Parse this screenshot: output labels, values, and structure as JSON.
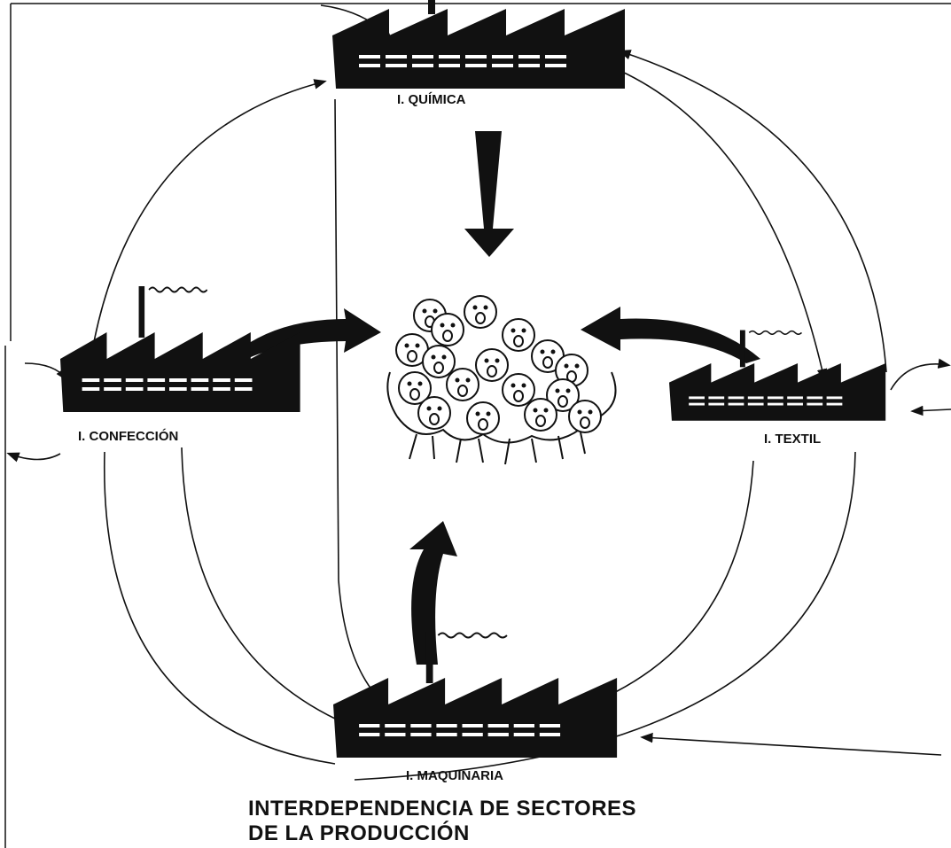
{
  "nodes": {
    "quimica": {
      "label": "I. QUÍMICA"
    },
    "confeccion": {
      "label": "I. CONFECCIÓN"
    },
    "textil": {
      "label": "I. TEXTIL"
    },
    "maquinaria": {
      "label": "I. MAQUINARIA"
    }
  },
  "center": {
    "icon": "crowd-of-people"
  },
  "caption": {
    "line1": "INTERDEPENDENCIA DE SECTORES",
    "line2": "DE LA PRODUCCIÓN"
  },
  "icons": {
    "factory": "factory-icon",
    "crowd": "crowd-icon"
  },
  "colors": {
    "ink": "#111111",
    "background": "#ffffff"
  }
}
